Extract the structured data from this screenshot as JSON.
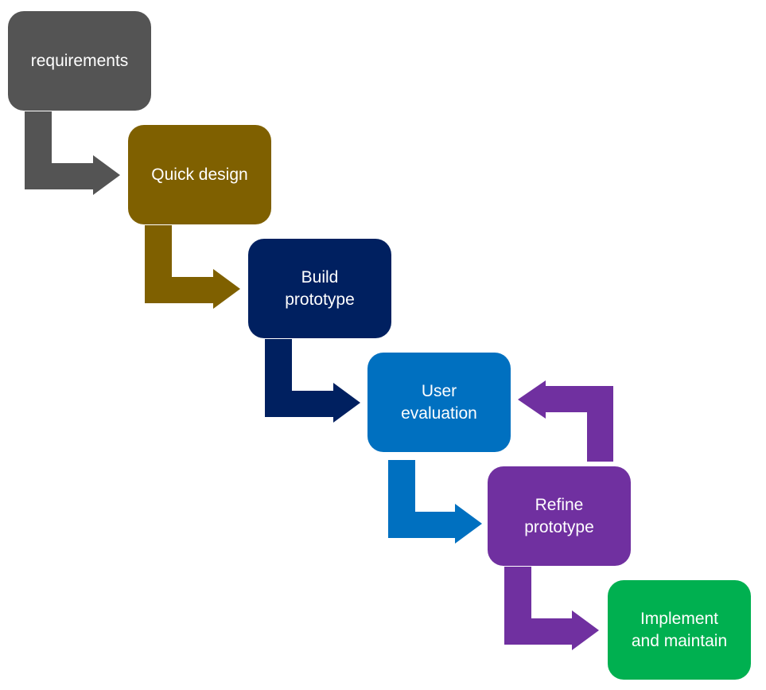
{
  "steps": [
    {
      "label": "requirements",
      "color": "#545454"
    },
    {
      "label": "Quick design",
      "color": "#7F6000"
    },
    {
      "label": "Build\nprototype",
      "color": "#002060"
    },
    {
      "label": "User\nevaluation",
      "color": "#0070C0"
    },
    {
      "label": "Refine\nprototype",
      "color": "#7030A0"
    },
    {
      "label": "Implement\nand maintain",
      "color": "#00B050"
    }
  ],
  "arrows": [
    {
      "from": "requirements",
      "to": "Quick design",
      "color": "#545454"
    },
    {
      "from": "Quick design",
      "to": "Build prototype",
      "color": "#7F6000"
    },
    {
      "from": "Build prototype",
      "to": "User evaluation",
      "color": "#002060"
    },
    {
      "from": "User evaluation",
      "to": "Refine prototype",
      "color": "#0070C0"
    },
    {
      "from": "Refine prototype",
      "to": "User evaluation",
      "color": "#7030A0",
      "kind": "feedback-loop"
    },
    {
      "from": "Refine prototype",
      "to": "Implement and maintain",
      "color": "#7030A0"
    }
  ]
}
